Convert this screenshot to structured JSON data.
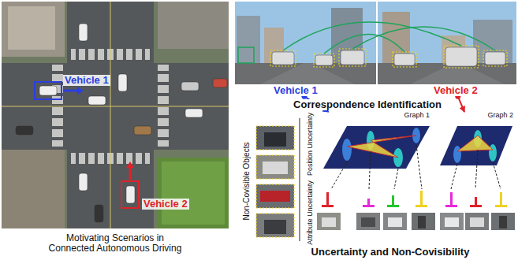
{
  "diagram": {
    "nodes": [
      {
        "text": [
          "Vehicle 1"
        ]
      },
      {
        "text": [
          "Vehicle 2"
        ]
      },
      {
        "text": [
          "Graph 1"
        ]
      },
      {
        "text": [
          "Graph 2"
        ]
      }
    ],
    "edges": [
      {
        "from": 0,
        "to": 2,
        "arrow": "to"
      },
      {
        "from": 1,
        "to": 3,
        "arrow": "to"
      }
    ],
    "labels": [
      "Vehicle 1",
      "Vehicle 2",
      "Motivating Scenarios in Connected Autonomous Driving",
      "Correspondence Identification",
      "Non-Covisible Objects",
      "Position Uncertainty",
      "Attribute Uncertainty",
      "Uncertainty and Non-Covisibility"
    ]
  }
}
